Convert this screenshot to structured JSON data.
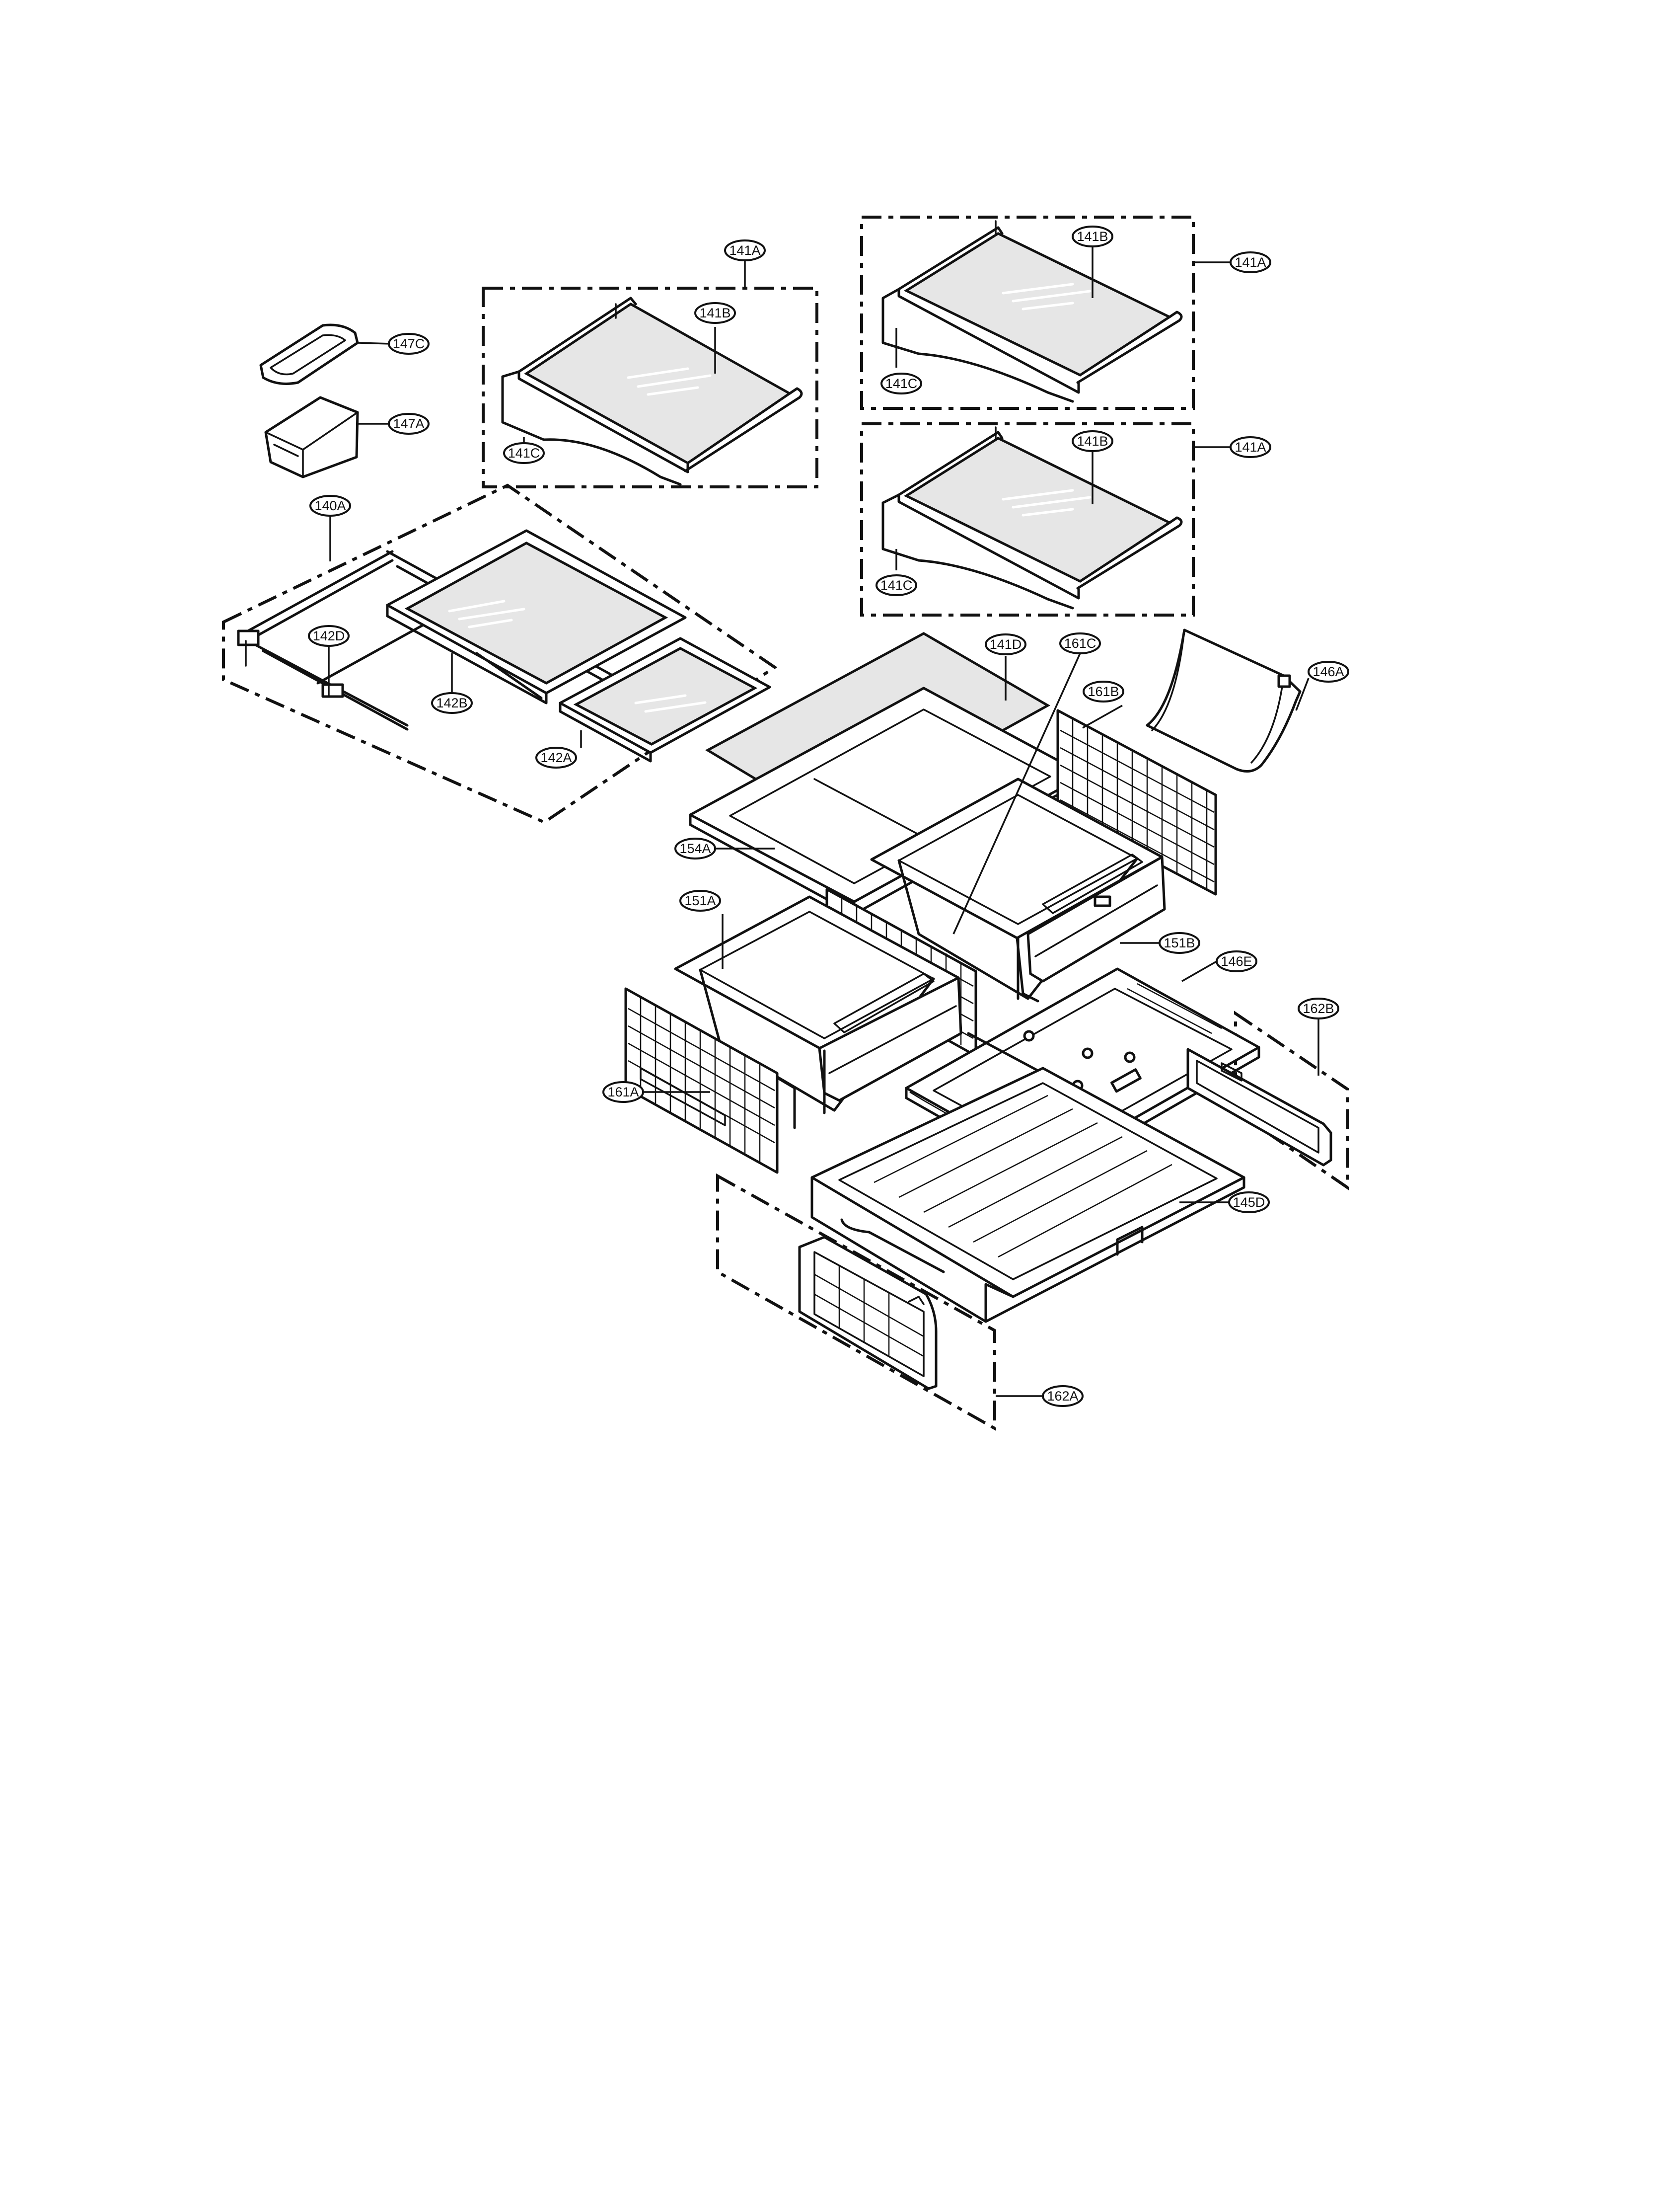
{
  "callouts": {
    "c147C": "147C",
    "c147A": "147A",
    "c141A_left": "141A",
    "c141B_left": "141B",
    "c141C_left": "141C",
    "c141A_top_right": "141A",
    "c141B_top_right": "141B",
    "c141C_top_right": "141C",
    "c141A_mid_right": "141A",
    "c141B_mid_right": "141B",
    "c141C_mid_right": "141C",
    "c140A": "140A",
    "c142D": "142D",
    "c142B": "142B",
    "c142A": "142A",
    "c141D": "141D",
    "c161C": "161C",
    "c146A": "146A",
    "c161B": "161B",
    "c154A": "154A",
    "c151A": "151A",
    "c151B": "151B",
    "c146E": "146E",
    "c162B": "162B",
    "c161A": "161A",
    "c145D": "145D",
    "c162A": "162A"
  }
}
